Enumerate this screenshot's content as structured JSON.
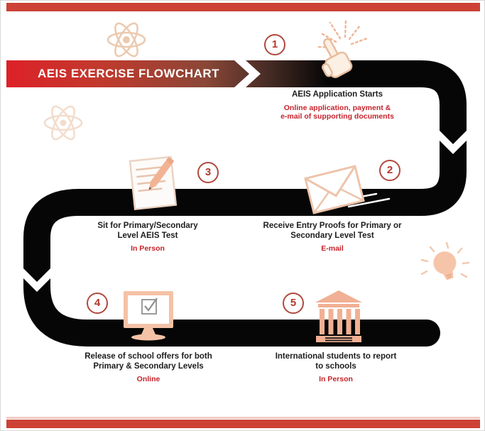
{
  "banner": {
    "title": "AEIS EXERCISE FLOWCHART"
  },
  "colors": {
    "top_bar": "#cd4136",
    "bottom_bar": "#cd4136",
    "ribbon_black": "#060606",
    "banner_red": "#da2128",
    "banner_brown": "#8c4636",
    "red_text": "#c5232b",
    "peach": "#f1b093",
    "light_peach": "#f7ddc9"
  },
  "steps": [
    {
      "number": "1",
      "icon": "click-hand-icon",
      "title": "AEIS Application Starts",
      "subtitle": "Online application, payment &\ne-mail of supporting documents"
    },
    {
      "number": "2",
      "icon": "envelope-icon",
      "title": "Receive Entry Proofs for Primary or\nSecondary Level Test",
      "subtitle": "E-mail"
    },
    {
      "number": "3",
      "icon": "paper-pencil-icon",
      "title": "Sit for Primary/Secondary\nLevel AEIS Test",
      "subtitle": "In Person"
    },
    {
      "number": "4",
      "icon": "monitor-check-icon",
      "title": "Release of school offers for both\nPrimary & Secondary Levels",
      "subtitle": "Online"
    },
    {
      "number": "5",
      "icon": "bank-icon",
      "title": "International students to report\nto schools",
      "subtitle": "In Person"
    }
  ],
  "decorations": [
    "atom-icon",
    "atom-icon",
    "lightbulb-icon"
  ]
}
